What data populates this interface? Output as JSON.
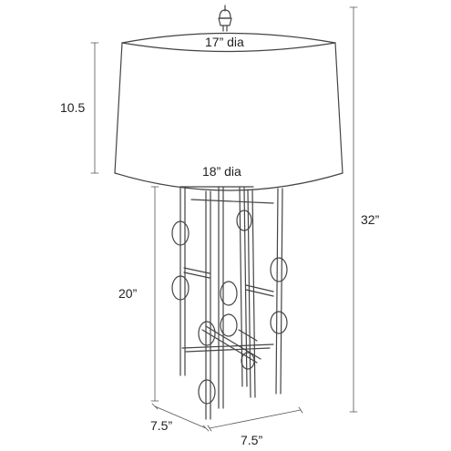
{
  "labels": {
    "shade_top": "17” dia",
    "shade_bottom": "18” dia",
    "shade_height": "10.5",
    "base_height": "20”",
    "overall_height": "32”",
    "depth": "7.5”",
    "width": "7.5”"
  },
  "colors": {
    "line": "#444444"
  }
}
